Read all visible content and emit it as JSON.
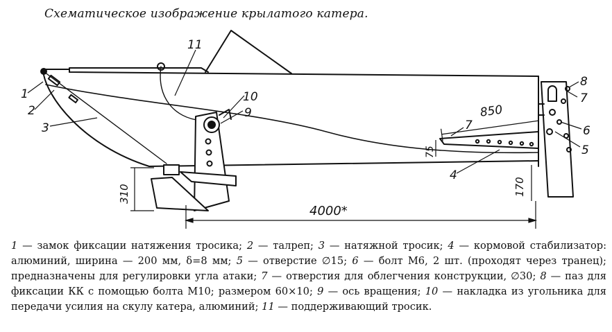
{
  "title": "Схематическое изображение крылатого катера.",
  "dimensions": {
    "d4000": "4000*",
    "d850": "850",
    "d310": "310",
    "d170": "170",
    "d75": "75"
  },
  "callouts": [
    "1",
    "2",
    "3",
    "4",
    "5",
    "6",
    "7",
    "8",
    "9",
    "10",
    "11",
    "7"
  ],
  "legend": [
    {
      "num": "1",
      "text": "— замок фиксации натяжения тросика; "
    },
    {
      "num": "2",
      "text": "— талреп; "
    },
    {
      "num": "3",
      "text": "— натяжной тросик; "
    },
    {
      "num": "4",
      "text": "— кормовой стабилизатор: алюминий, ширина — 200 мм, δ=8 мм; "
    },
    {
      "num": "5",
      "text": "— отверстие ∅15; "
    },
    {
      "num": "6",
      "text": "— болт М6, 2 шт. (проходят через транец); предназначены для регулировки угла атаки; "
    },
    {
      "num": "7",
      "text": "— отверстия для облегчения конструкции, ∅30; "
    },
    {
      "num": "8",
      "text": "— паз для фиксации КК с помощью болта М10; размером 60×10; "
    },
    {
      "num": "9",
      "text": "— ось вращения; "
    },
    {
      "num": "10",
      "text": "— накладка из угольника для передачи усилия на скулу катера, алюминий; "
    },
    {
      "num": "11",
      "text": "— поддерживающий тросик."
    }
  ]
}
